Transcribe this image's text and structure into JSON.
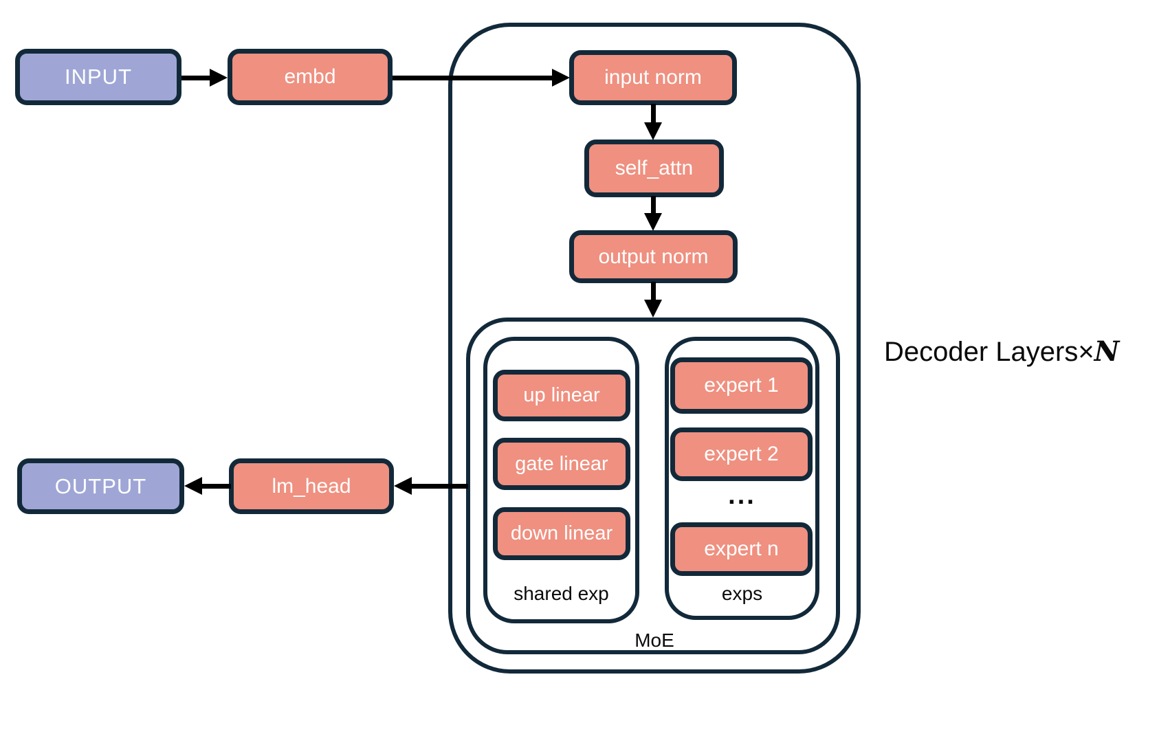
{
  "colors": {
    "salmon": "#EF9080",
    "periwinkle": "#9FA6D5",
    "navy": "#12293A",
    "arrow": "#000000",
    "label": "#0A0A0A",
    "bg": "#FFFFFF"
  },
  "nodes": {
    "input": {
      "label": "INPUT"
    },
    "embd": {
      "label": "embd"
    },
    "input_norm": {
      "label": "input norm"
    },
    "self_attn": {
      "label": "self_attn"
    },
    "output_norm": {
      "label": "output norm"
    },
    "up_linear": {
      "label": "up linear"
    },
    "gate_linear": {
      "label": "gate linear"
    },
    "down_linear": {
      "label": "down linear"
    },
    "expert_1": {
      "label": "expert 1"
    },
    "expert_2": {
      "label": "expert 2"
    },
    "expert_ellipsis": {
      "label": "..."
    },
    "expert_n": {
      "label": "expert n"
    },
    "lm_head": {
      "label": "lm_head"
    },
    "output": {
      "label": "OUTPUT"
    }
  },
  "groups": {
    "decoder": {
      "label_prefix": "Decoder Layers",
      "times": "×",
      "count": "N"
    },
    "moe": {
      "label": "MoE"
    },
    "shared_exp": {
      "label": "shared exp"
    },
    "exps": {
      "label": "exps"
    }
  }
}
